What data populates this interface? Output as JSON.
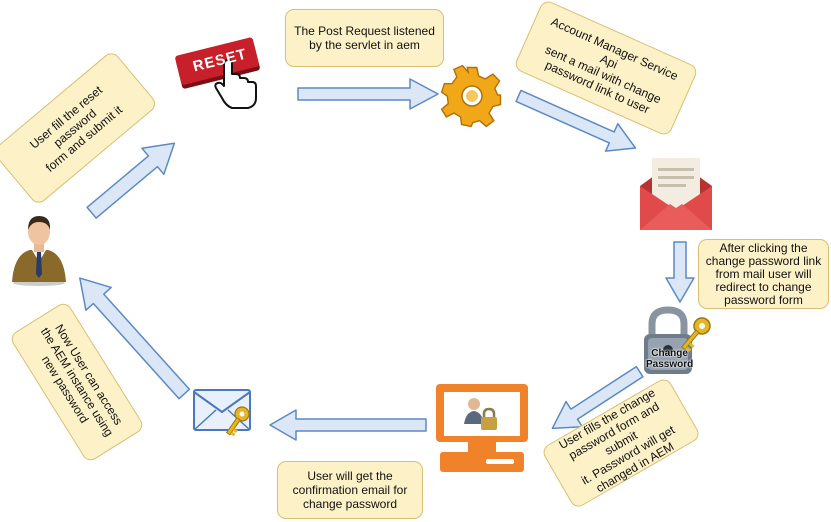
{
  "notes": {
    "user_fill": "User fill the reset password\nform and submit it",
    "post_request": "The Post Request listened\nby the servlet in aem",
    "account_manager": "Account Manager Service Api\nsent  a mail with change\npassword link  to user",
    "after_clicking": "After clicking the\nchange password link\nfrom mail user will\nredirect to change\npassword form",
    "user_fills_change": "User fills the change\npassword form and submit\nit. Password will get\nchanged in AEM",
    "confirmation": "User will get the\nconfirmation  email for\nchange password",
    "now_user": "Now User can access\nthe AEM instance using\nnew password"
  },
  "icons": {
    "reset_button_text": "RESET",
    "change_password_label": "Change\nPassword"
  },
  "colors": {
    "note_fill": "#fdf1c7",
    "note_border": "#d9bf73",
    "arrow_fill": "#dbe7f6",
    "arrow_stroke": "#5a8ac6",
    "reset_red": "#c8202a",
    "gear_gold": "#f0a818",
    "mail_red": "#e04a4a",
    "monitor_orange": "#f0822a"
  }
}
